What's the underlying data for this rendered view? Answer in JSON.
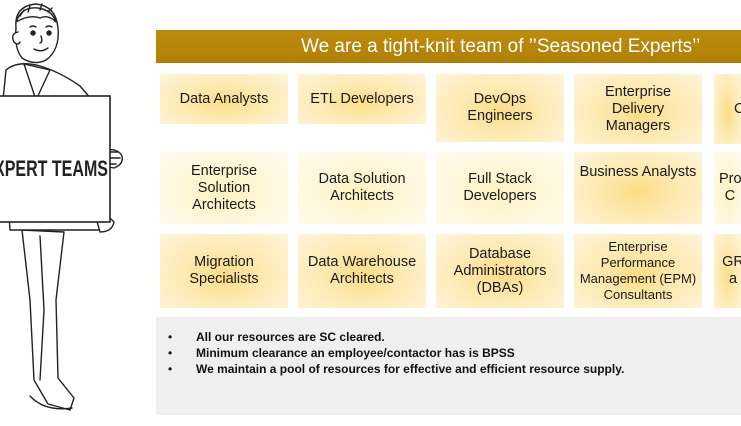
{
  "sign": {
    "text": "XPERT TEAMS"
  },
  "banner": {
    "title": "We are a tight-knit team of ’’Seasoned Experts’’"
  },
  "roles": {
    "row1": [
      "Data Analysts",
      "ETL Developers",
      "DevOps Engineers",
      "Enterprise Delivery Managers",
      "C"
    ],
    "row2": [
      "Enterprise Solution Architects",
      "Data Solution Architects",
      "Full Stack Developers",
      "Business Analysts",
      "Pro C"
    ],
    "row3": [
      "Migration Specialists",
      "Data Warehouse Architects",
      "Database Administrators (DBAs)",
      "Enterprise Performance Management (EPM) Consultants",
      "GR a"
    ]
  },
  "notes": {
    "bullet": "•",
    "items": [
      "All our resources are SC cleared.",
      "Minimum clearance an employee/contactor has is BPSS",
      "We maintain a pool of resources for effective and efficient resource supply."
    ]
  },
  "colors": {
    "banner": "#b8860b",
    "tile_center": "#fcdc86",
    "tile_edge": "#fff5dc",
    "notes_bg": "#efefef"
  }
}
